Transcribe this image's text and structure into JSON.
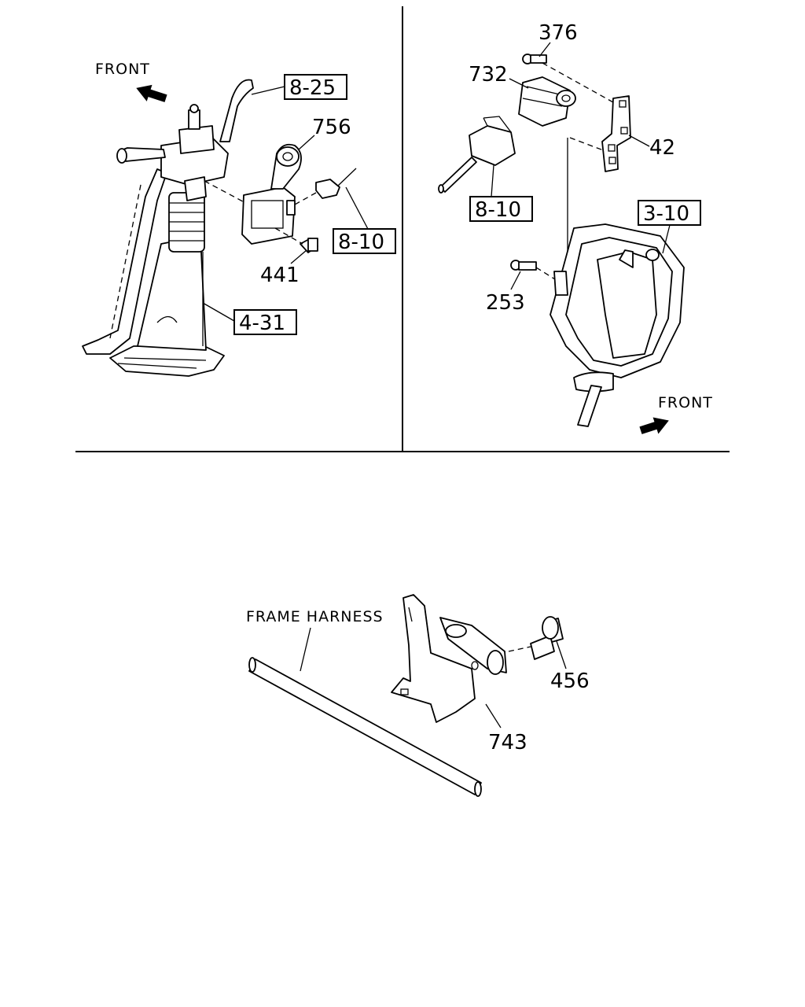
{
  "labels": {
    "front_left": "FRONT",
    "front_right": "FRONT",
    "frame_harness": "FRAME HARNESS",
    "ref_8_25": "8-25",
    "ref_8_10_left": "8-10",
    "ref_4_31": "4-31",
    "ref_8_10_right": "8-10",
    "ref_3_10": "3-10",
    "part_756": "756",
    "part_441": "441",
    "part_376": "376",
    "part_732": "732",
    "part_42": "42",
    "part_253": "253",
    "part_456": "456",
    "part_743": "743"
  },
  "icons": {
    "front_arrow_left": "arrow-up-left-icon",
    "front_arrow_right": "arrow-up-right-icon"
  }
}
